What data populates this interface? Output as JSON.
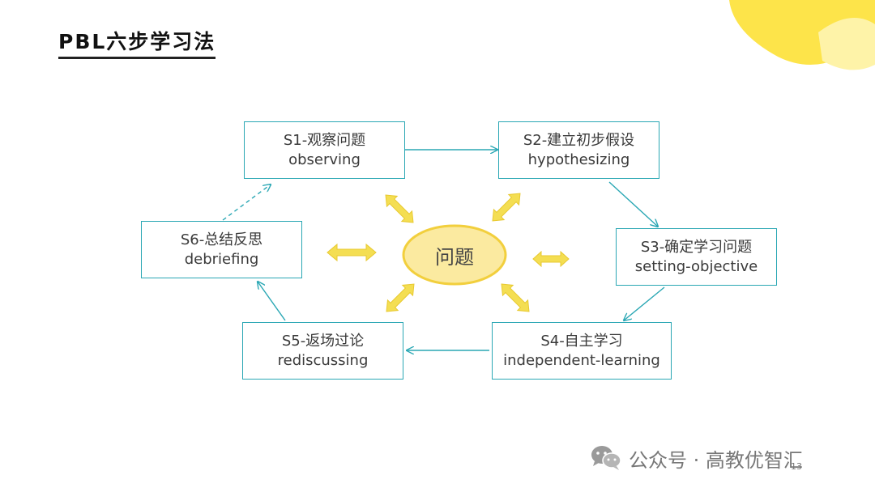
{
  "slide": {
    "title": "PBL六步学习法",
    "page_number": "13"
  },
  "center": {
    "label": "问题"
  },
  "steps": [
    {
      "id": "S1",
      "title": "S1-观察问题",
      "subtitle": "observing"
    },
    {
      "id": "S2",
      "title": "S2-建立初步假设",
      "subtitle": "hypothesizing"
    },
    {
      "id": "S3",
      "title": "S3-确定学习问题",
      "subtitle": "setting-objective"
    },
    {
      "id": "S4",
      "title": "S4-自主学习",
      "subtitle": "independent-learning"
    },
    {
      "id": "S5",
      "title": "S5-返场过论",
      "subtitle": "rediscussing"
    },
    {
      "id": "S6",
      "title": "S6-总结反思",
      "subtitle": "debriefing"
    }
  ],
  "watermark": {
    "text": "公众号 · 高教优智汇",
    "icon": "wechat-logo-icon"
  },
  "colors": {
    "box_border": "#2aa7b4",
    "arrow": "#2aa7b4",
    "center_fill": "#fbeaa0",
    "center_stroke": "#f2cf3d",
    "double_arrow": "#f4de52",
    "corner_deco": "#fde44a"
  }
}
